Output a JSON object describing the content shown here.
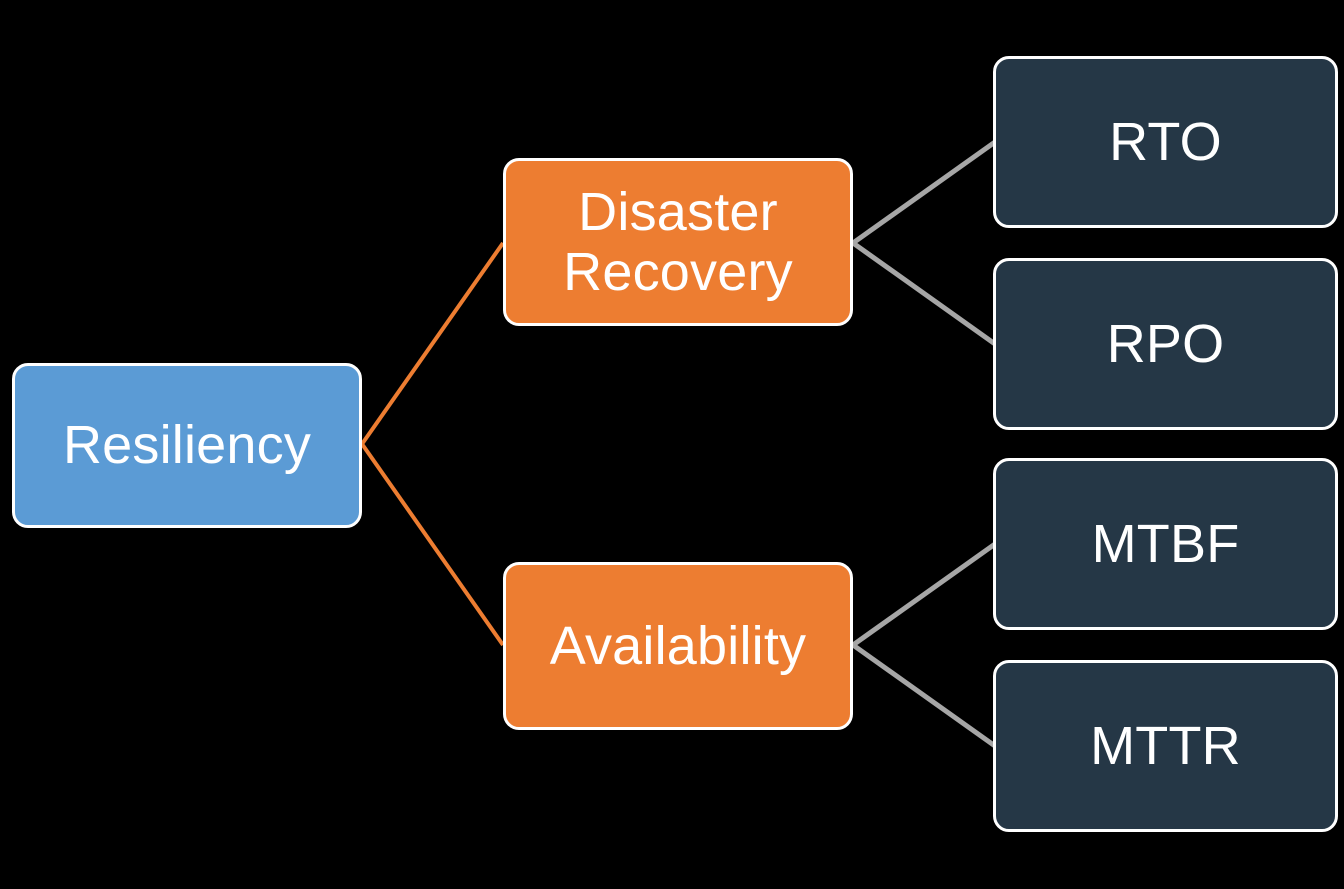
{
  "diagram": {
    "type": "tree",
    "background_color": "#000000",
    "colors": {
      "root_fill": "#5B9BD5",
      "branch_fill": "#ED7D31",
      "leaf_fill": "#253746",
      "node_border": "#FFFFFF",
      "text": "#FFFFFF",
      "root_connector": "#ED7D31",
      "branch_connector": "#A6A6A6"
    },
    "root": {
      "label": "Resiliency"
    },
    "branches": [
      {
        "label": "Disaster\nRecovery",
        "leaves": [
          {
            "label": "RTO"
          },
          {
            "label": "RPO"
          }
        ]
      },
      {
        "label": "Availability",
        "leaves": [
          {
            "label": "MTBF"
          },
          {
            "label": "MTTR"
          }
        ]
      }
    ]
  }
}
